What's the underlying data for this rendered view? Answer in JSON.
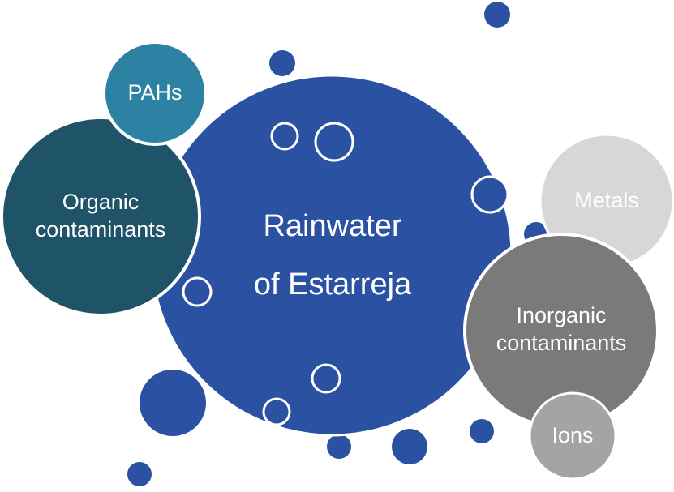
{
  "diagram": {
    "center": {
      "line1": "Rainwater",
      "line2": "of Estarreja",
      "color": "#2B51A3"
    },
    "organic": {
      "line1": "Organic",
      "line2": "contaminants",
      "color": "#1F5468"
    },
    "pahs": {
      "label": "PAHs",
      "color": "#2D82A3"
    },
    "inorganic": {
      "line1": "Inorganic",
      "line2": "contaminants",
      "color": "#7A7A7A"
    },
    "metals": {
      "label": "Metals",
      "color": "#D7D7D7"
    },
    "ions": {
      "label": "Ions",
      "color": "#A4A4A4"
    },
    "dot_color": "#2B51A3",
    "outline_color": "#ffffff"
  }
}
